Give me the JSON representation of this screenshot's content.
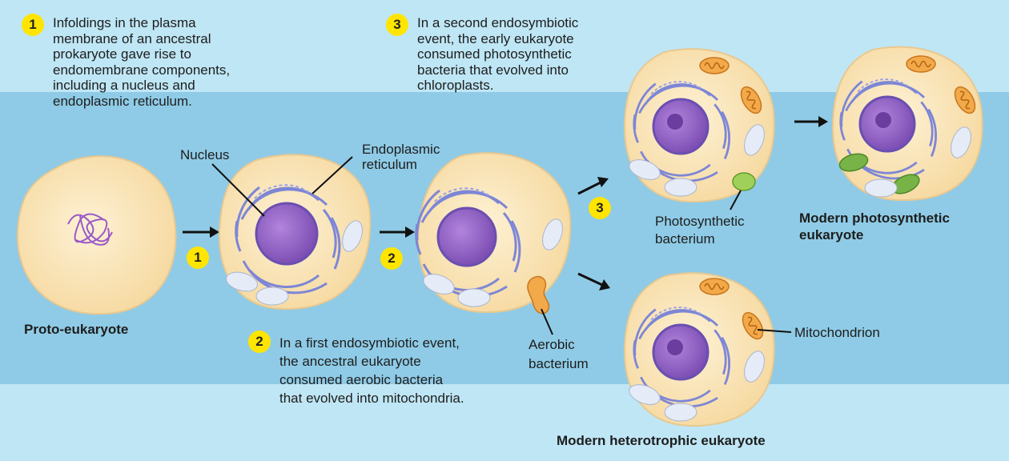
{
  "steps": {
    "step1": {
      "badge": "1",
      "lines": [
        "Infoldings in the plasma",
        "membrane of an ancestral",
        "prokaryote gave rise to",
        "endomembrane components,",
        "including a nucleus and",
        "endoplasmic reticulum."
      ]
    },
    "step2": {
      "badge": "2",
      "lines": [
        "In a first endosymbiotic event,",
        "the ancestral eukaryote",
        "consumed aerobic bacteria",
        "that evolved into mitochondria."
      ]
    },
    "step3": {
      "badge": "3",
      "lines": [
        "In a second endosymbiotic",
        "event, the early eukaryote",
        "consumed photosynthetic",
        "bacteria that evolved into",
        "chloroplasts."
      ]
    }
  },
  "arrow_badges": {
    "a1": "1",
    "a2": "2",
    "a3": "3"
  },
  "labels": {
    "nucleus": "Nucleus",
    "er": [
      "Endoplasmic",
      "reticulum"
    ],
    "aerobic": [
      "Aerobic",
      "bacterium"
    ],
    "photosynthetic": [
      "Photosynthetic",
      "bacterium"
    ],
    "mitochondrion": "Mitochondrion"
  },
  "cell_names": {
    "proto": "Proto-eukaryote",
    "modern_photo": [
      "Modern photosynthetic",
      "eukaryote"
    ],
    "modern_hetero": "Modern heterotrophic eukaryote"
  },
  "colors": {
    "band_light": "#bfe6f5",
    "band_mid": "#8fcbe6",
    "cell_fill": "#fae6bd",
    "cell_border": "#e8c890",
    "nucleus": "#9a6ac8",
    "er": "#7d86d6",
    "mitochondrion": "#f2a94a",
    "chloroplast": "#78b347",
    "badge": "#ffe500"
  }
}
